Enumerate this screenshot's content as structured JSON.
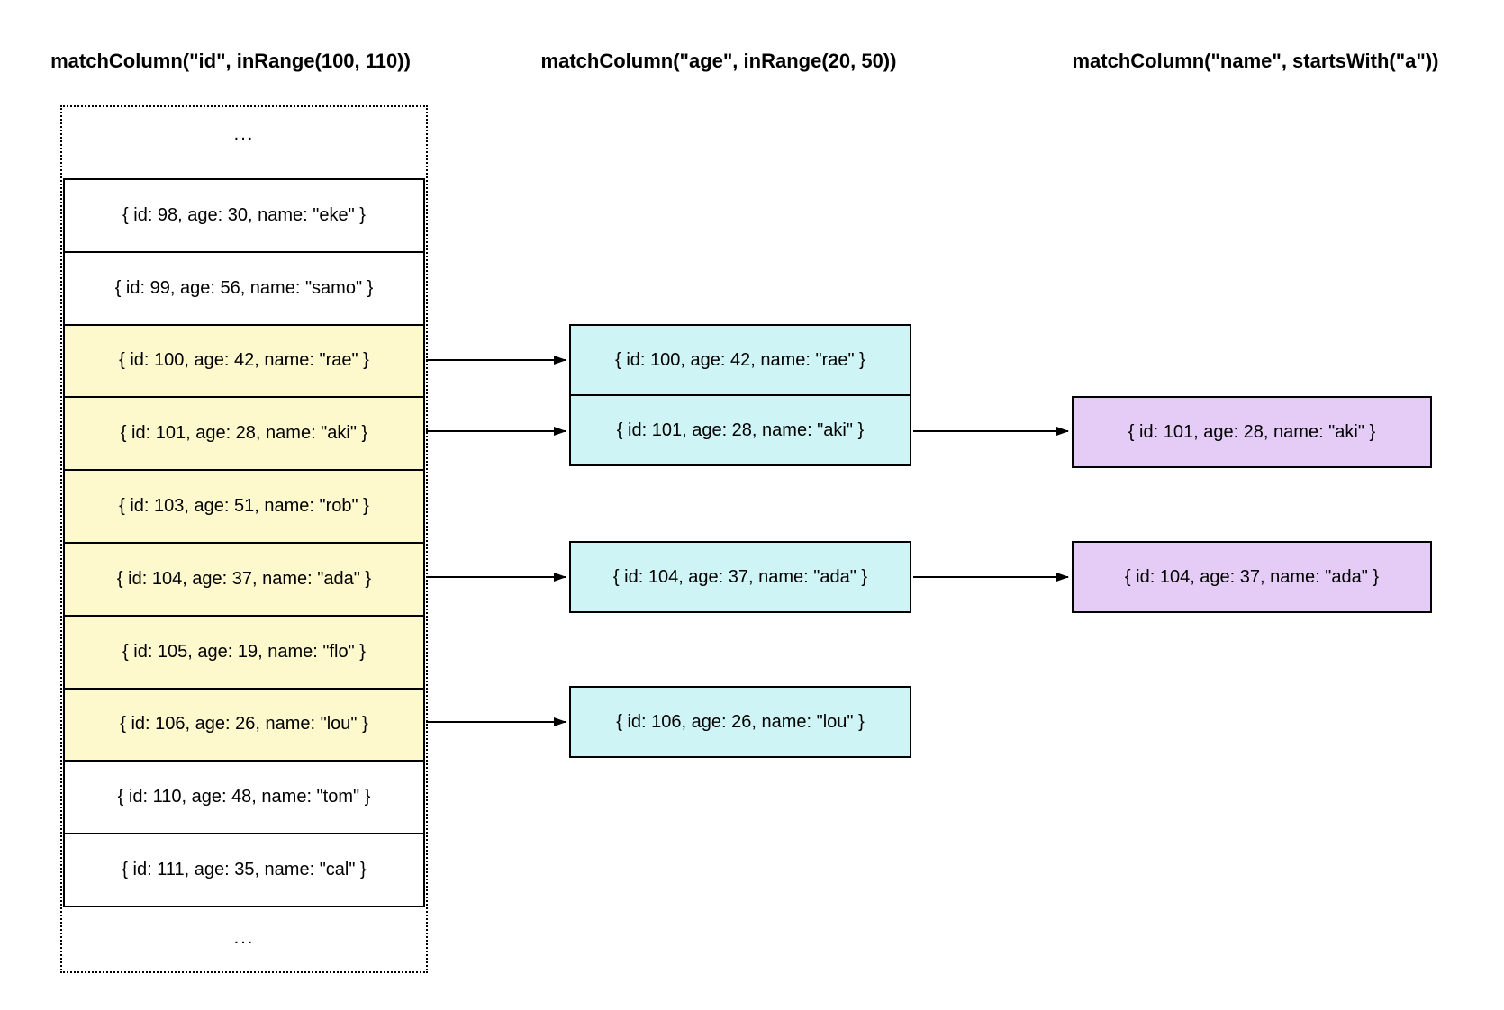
{
  "headers": [
    "matchColumn(\"id\", inRange(100, 110))",
    "matchColumn(\"age\", inRange(20, 50))",
    "matchColumn(\"name\", startsWith(\"a\"))"
  ],
  "ellipsis_top": "...",
  "ellipsis_bottom": "...",
  "colors": {
    "id_match_fill": "#FDF9CD",
    "age_match_fill": "#CFF4F6",
    "name_match_fill": "#E4CCF6",
    "border": "#000000",
    "background": "#ffffff",
    "text": "#000000"
  },
  "source_rows": [
    {
      "text": "{ id: 98, age: 30, name: \"eke\" }",
      "matched": false
    },
    {
      "text": "{ id: 99, age: 56, name: \"samo\" }",
      "matched": false
    },
    {
      "text": "{ id: 100, age: 42, name: \"rae\" }",
      "matched": true
    },
    {
      "text": "{ id: 101, age: 28, name: \"aki\" }",
      "matched": true
    },
    {
      "text": "{ id: 103, age: 51, name: \"rob\" }",
      "matched": true
    },
    {
      "text": "{ id: 104, age: 37, name: \"ada\" }",
      "matched": true
    },
    {
      "text": "{ id: 105, age: 19, name: \"flo\" }",
      "matched": true
    },
    {
      "text": "{ id: 106, age: 26, name: \"lou\" }",
      "matched": true
    },
    {
      "text": "{ id: 110, age: 48, name: \"tom\" }",
      "matched": false
    },
    {
      "text": "{ id: 111, age: 35, name: \"cal\" }",
      "matched": false
    }
  ],
  "age_boxes": [
    {
      "text": "{ id: 100, age: 42, name: \"rae\" }"
    },
    {
      "text": "{ id: 101, age: 28, name: \"aki\" }"
    },
    {
      "text": "{ id: 104, age: 37, name: \"ada\" }"
    },
    {
      "text": "{ id: 106, age: 26, name: \"lou\" }"
    }
  ],
  "name_boxes": [
    {
      "text": "{ id: 101, age: 28, name: \"aki\" }"
    },
    {
      "text": "{ id: 104, age: 37, name: \"ada\" }"
    }
  ],
  "arrows": [
    {
      "from": "source:rae",
      "to": "age:rae"
    },
    {
      "from": "source:aki",
      "to": "age:aki"
    },
    {
      "from": "source:ada",
      "to": "age:ada"
    },
    {
      "from": "source:lou",
      "to": "age:lou"
    },
    {
      "from": "age:aki",
      "to": "name:aki"
    },
    {
      "from": "age:ada",
      "to": "name:ada"
    }
  ]
}
